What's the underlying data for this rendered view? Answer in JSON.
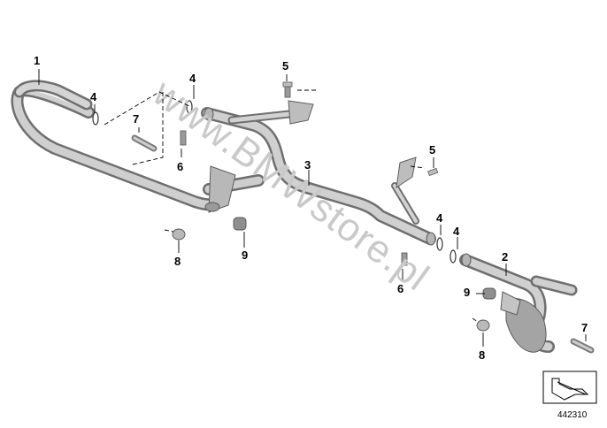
{
  "watermark": "www.BMWstore.pl",
  "diagram_number": "442310",
  "callouts": [
    {
      "id": "c1",
      "label": "1"
    },
    {
      "id": "c2",
      "label": "2"
    },
    {
      "id": "c3",
      "label": "3"
    },
    {
      "id": "c4a",
      "label": "4"
    },
    {
      "id": "c4b",
      "label": "4"
    },
    {
      "id": "c4c",
      "label": "4"
    },
    {
      "id": "c4d",
      "label": "4"
    },
    {
      "id": "c5a",
      "label": "5"
    },
    {
      "id": "c5b",
      "label": "5"
    },
    {
      "id": "c6a",
      "label": "6"
    },
    {
      "id": "c6b",
      "label": "6"
    },
    {
      "id": "c7a",
      "label": "7"
    },
    {
      "id": "c7b",
      "label": "7"
    },
    {
      "id": "c8a",
      "label": "8"
    },
    {
      "id": "c8b",
      "label": "8"
    },
    {
      "id": "c9a",
      "label": "9"
    },
    {
      "id": "c9b",
      "label": "9"
    }
  ],
  "colors": {
    "tube_dark": "#8e8e8e",
    "tube_light": "#d6d6d6",
    "line": "#000000",
    "watermark": "#c9c9c9"
  }
}
